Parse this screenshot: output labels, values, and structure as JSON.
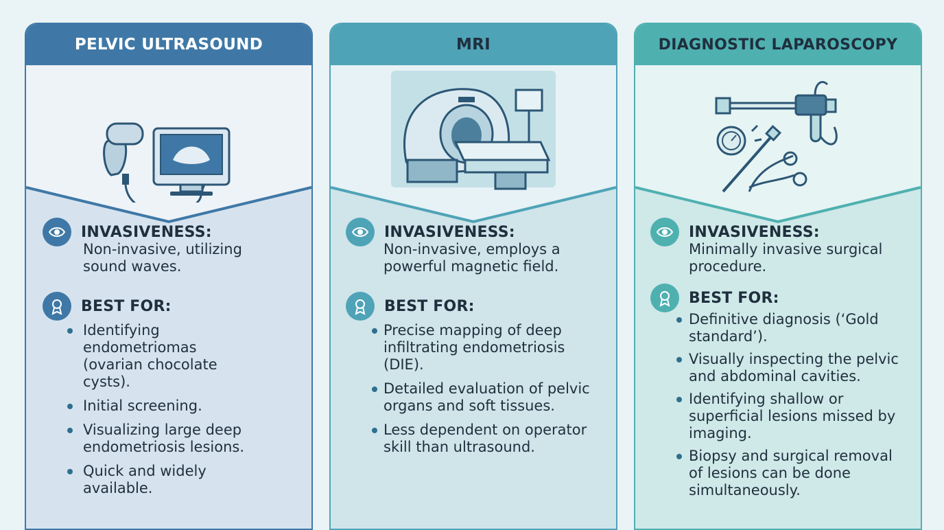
{
  "colors": {
    "page_bg": "#eaf3f6",
    "card1_header": "#3f78a6",
    "card2_header": "#4fa3b7",
    "card3_header": "#4fb0b0",
    "card1_body": "#d6e3ee",
    "card2_body": "#cfe5ea",
    "card3_body": "#cfe8e8"
  },
  "cards": [
    {
      "title": "PELVIC ULTRASOUND",
      "invasiveness_label": "INVASIVENESS:",
      "invasiveness_text": "Non-invasive, utilizing sound waves.",
      "best_for_label": "BEST FOR:",
      "best_for": [
        "Identifying endometriomas (ovarian chocolate cysts).",
        "Initial screening.",
        "Visualizing large deep endometriosis lesions.",
        "Quick and widely available."
      ]
    },
    {
      "title": "MRI",
      "invasiveness_label": "INVASIVENESS:",
      "invasiveness_text": "Non-invasive, employs a powerful magnetic field.",
      "best_for_label": "BEST FOR:",
      "best_for": [
        "Precise mapping of deep infiltrating endometriosis (DIE).",
        "Detailed evaluation of pelvic organs and soft tissues.",
        "Less dependent on operator skill than ultrasound."
      ]
    },
    {
      "title": "DIAGNOSTIC LAPAROSCOPY",
      "invasiveness_label": "INVASIVENESS:",
      "invasiveness_text": "Minimally invasive surgical procedure.",
      "best_for_label": "BEST FOR:",
      "best_for": [
        "Definitive diagnosis (‘Gold standard’).",
        "Visually inspecting the pelvic and abdominal cavities.",
        "Identifying shallow or superficial lesions missed by imaging.",
        "Biopsy and surgical removal of lesions can be done simultaneously."
      ]
    }
  ]
}
